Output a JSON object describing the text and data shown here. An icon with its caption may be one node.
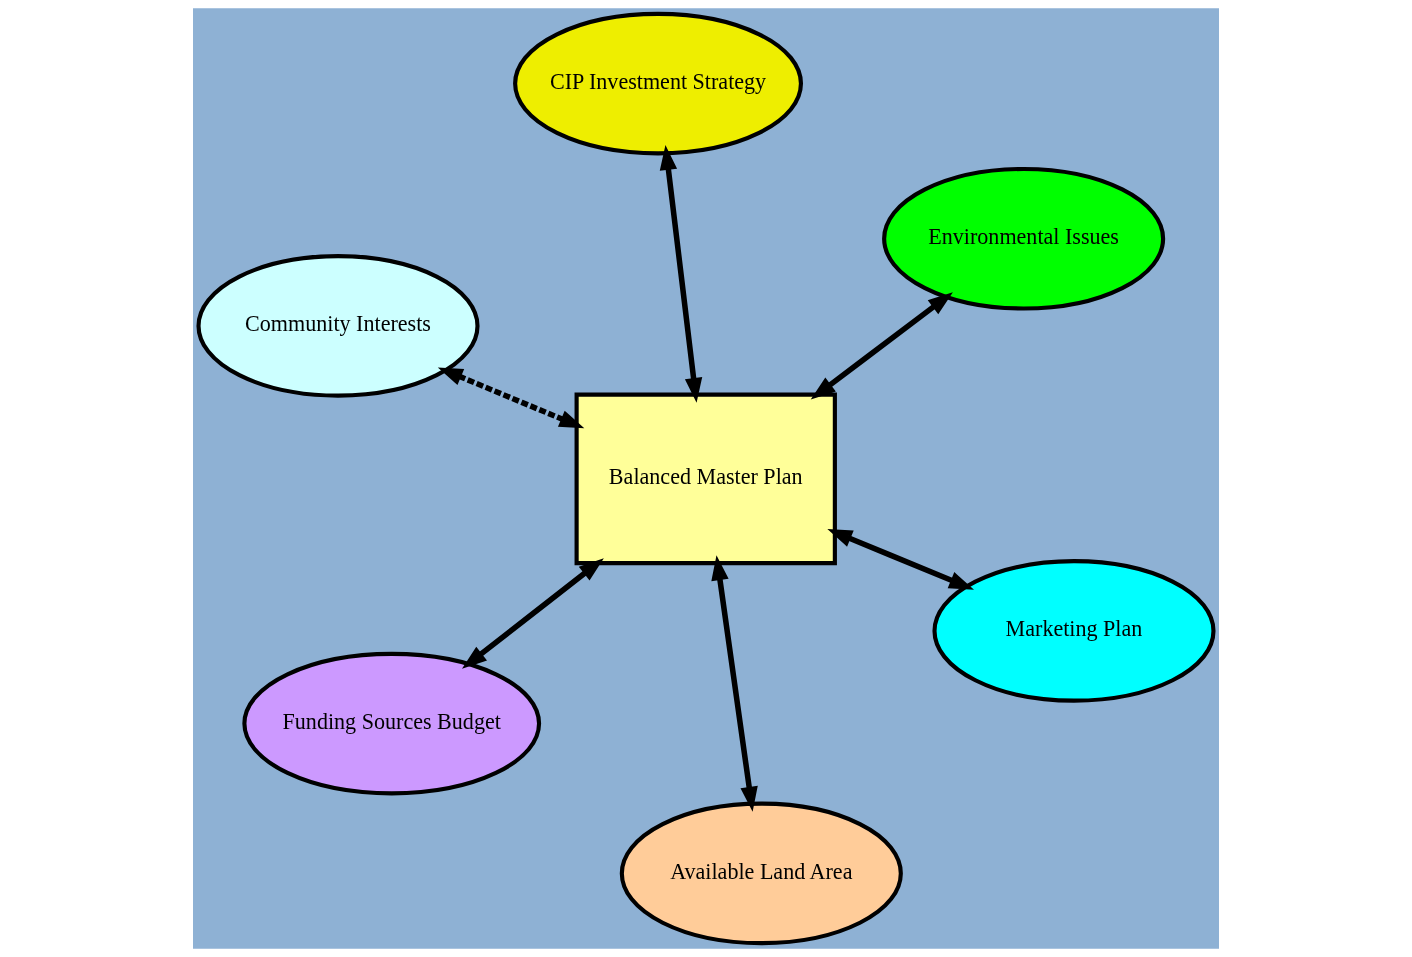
{
  "diagram": {
    "nodes": [
      {
        "text": [
          "Community Interests"
        ]
      },
      {
        "text": [
          "Marketing Plan"
        ]
      },
      {
        "text": [
          "Available Land Area"
        ]
      },
      {
        "text": [
          "Balanced Master Plan"
        ]
      },
      {
        "text": [
          "Environmental Issues"
        ]
      },
      {
        "text": [
          "CIP Investment Strategy"
        ]
      },
      {
        "text": [
          "Funding Sources Budget"
        ]
      }
    ],
    "edges": [
      {
        "from": 3,
        "to": 0,
        "arrow": "both",
        "style": "dashed"
      },
      {
        "from": 3,
        "to": 1,
        "arrow": "both"
      },
      {
        "from": 3,
        "to": 2,
        "arrow": "both"
      },
      {
        "from": 3,
        "to": 4,
        "arrow": "both"
      },
      {
        "from": 3,
        "to": 5,
        "arrow": "both"
      },
      {
        "from": 3,
        "to": 6,
        "arrow": "both"
      }
    ]
  }
}
